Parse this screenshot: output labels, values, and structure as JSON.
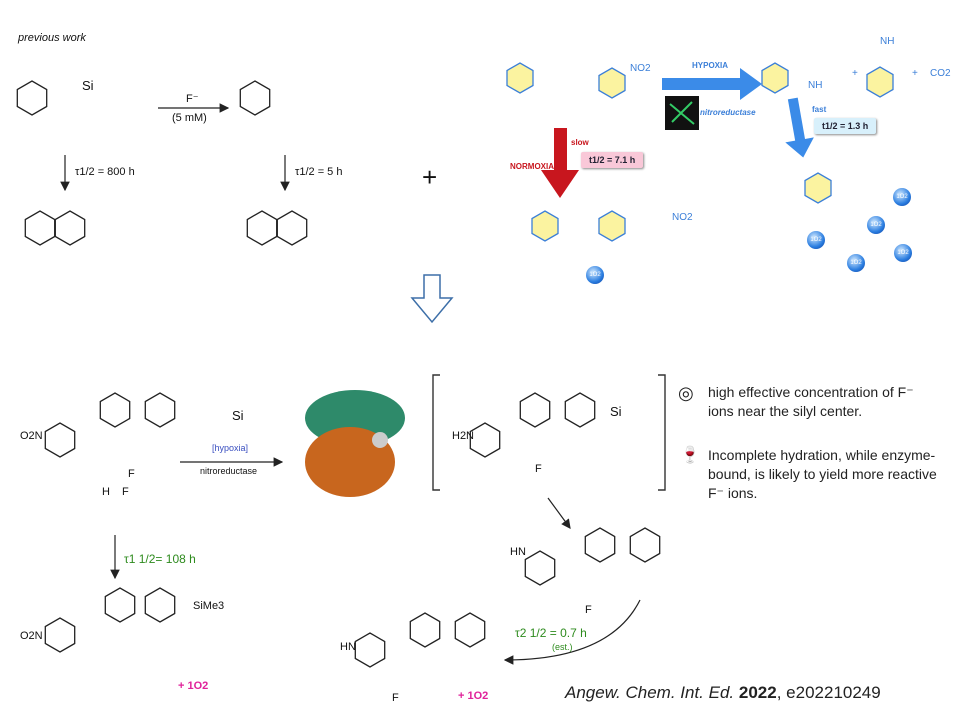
{
  "previous_work": {
    "label": "previous work",
    "reagent_top": "F⁻",
    "reagent_bottom": "(5 mM)",
    "si_label": "Si",
    "halflife_left": "τ1/2 = 800 h",
    "halflife_right": "τ1/2 = 5 h",
    "plus": "+"
  },
  "prior_prodrug": {
    "no2_a": "NO2",
    "no2_b": "NO2",
    "hypoxia": "HYPOXIA",
    "enzyme": "nitroreductase",
    "fast": "fast",
    "fast_halflife": "t1/2 = 1.3 h",
    "slow": "slow",
    "normoxia": "NORMOXIA",
    "slow_halflife": "t1/2 = 7.1 h",
    "nh": "NH",
    "imine": "NH",
    "co2": "CO2",
    "plus": "+",
    "singlet_oxygen": "1O2"
  },
  "new_design": {
    "o2n": "O2N",
    "si": "Si",
    "f1": "F",
    "f2": "F",
    "h": "H",
    "condition_top": "[hypoxia]",
    "condition_bottom": "nitroreductase",
    "h2n": "H2N",
    "halflife1": "τ1 1/2= 108 h",
    "sime3": "SiMe3",
    "product_o2": "+ 1O2",
    "hn": "HN",
    "f_vinyl": "F",
    "halflife2": "τ2 1/2 = 0.7 h",
    "halflife2_note": "(est.)"
  },
  "notes": [
    {
      "icon": "target-icon",
      "text": "high effective concentration of F⁻ ions  near the silyl center."
    },
    {
      "icon": "wine-glass-icon",
      "text": "Incomplete hydration, while enzyme-bound, is likely to yield more reactive F⁻ ions."
    }
  ],
  "citation": {
    "journal": "Angew. Chem. Int. Ed.",
    "year": "2022",
    "id": ", e202210249"
  }
}
